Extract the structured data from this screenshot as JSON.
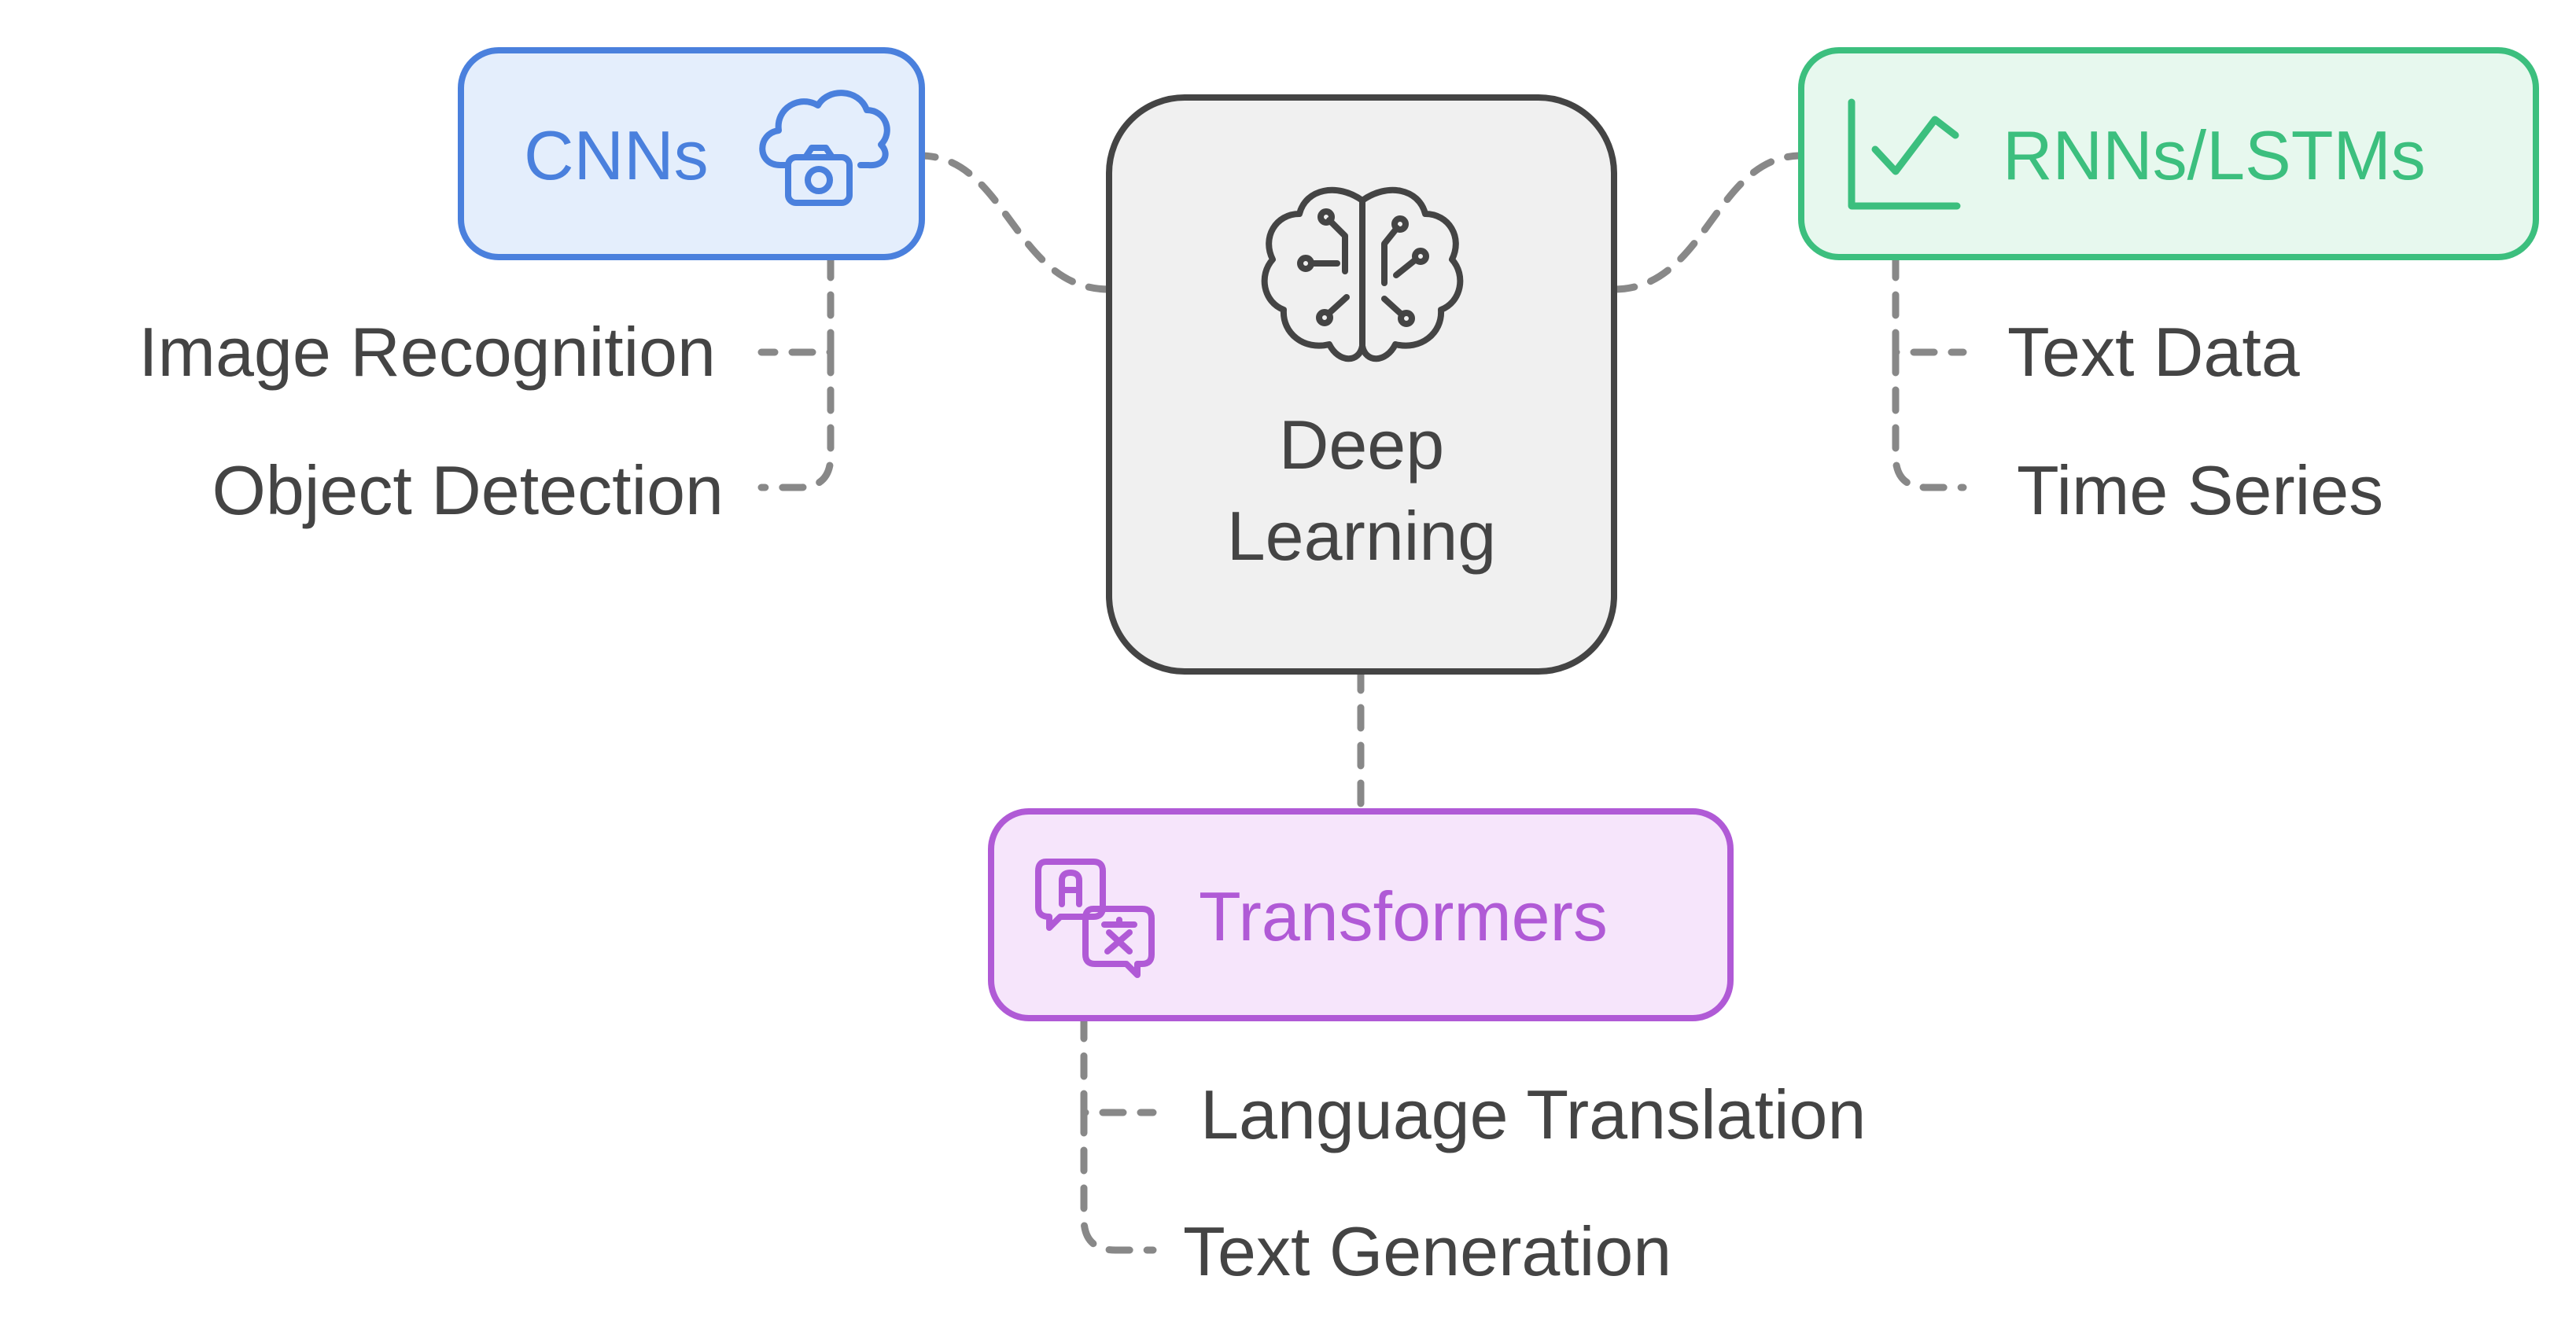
{
  "center": {
    "label_line1": "Deep",
    "label_line2": "Learning",
    "icon": "brain-icon"
  },
  "nodes": {
    "cnns": {
      "title": "CNNs",
      "icon": "cloud-camera-icon",
      "accent": "#4A80DD",
      "fill": "#E4EEFC",
      "children": [
        "Image Recognition",
        "Object Detection"
      ]
    },
    "rnns": {
      "title": "RNNs/LSTMs",
      "icon": "line-chart-icon",
      "accent": "#3CBF7E",
      "fill": "#E7F8EE",
      "children": [
        "Text Data",
        "Time Series"
      ]
    },
    "transformers": {
      "title": "Transformers",
      "icon": "translate-icon",
      "accent": "#B05AD6",
      "fill": "#F6E5FB",
      "children": [
        "Language Translation",
        "Text Generation"
      ]
    }
  },
  "colors": {
    "text": "#444444",
    "connector": "#888888",
    "center_fill": "#F0F0F0",
    "center_stroke": "#444444"
  }
}
